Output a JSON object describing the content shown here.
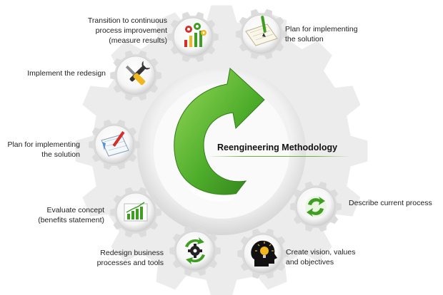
{
  "title": "Reengineering Methodology",
  "steps": [
    {
      "id": "describe",
      "label": "Describe current process",
      "icon": "recycle-arrows-icon"
    },
    {
      "id": "vision",
      "label": "Create vision, values\nand objectives",
      "icon": "head-lightbulb-icon"
    },
    {
      "id": "redesign-proc",
      "label": "Redesign business\nprocesses and tools",
      "icon": "gear-cycle-icon"
    },
    {
      "id": "evaluate",
      "label": "Evaluate concept\n(benefits statement)",
      "icon": "bar-chart-icon"
    },
    {
      "id": "plan-left",
      "label": "Plan for implementing\nthe solution",
      "icon": "blueprint-pencil-icon"
    },
    {
      "id": "implement",
      "label": "Implement the redesign",
      "icon": "wrench-screwdriver-icon"
    },
    {
      "id": "transition",
      "label": "Transition to continuous\nprocess improvement\n(measure results)",
      "icon": "gears-chart-icon"
    },
    {
      "id": "plan-top",
      "label": "Plan for implementing\nthe solution",
      "icon": "document-pen-icon"
    }
  ],
  "colors": {
    "accent": "#4fae2c",
    "accent_dark": "#2f7d17",
    "gear": "#e4e4e4",
    "icon_green": "#3f9e22",
    "icon_red": "#d2302a",
    "icon_yellow": "#f0b81c"
  }
}
